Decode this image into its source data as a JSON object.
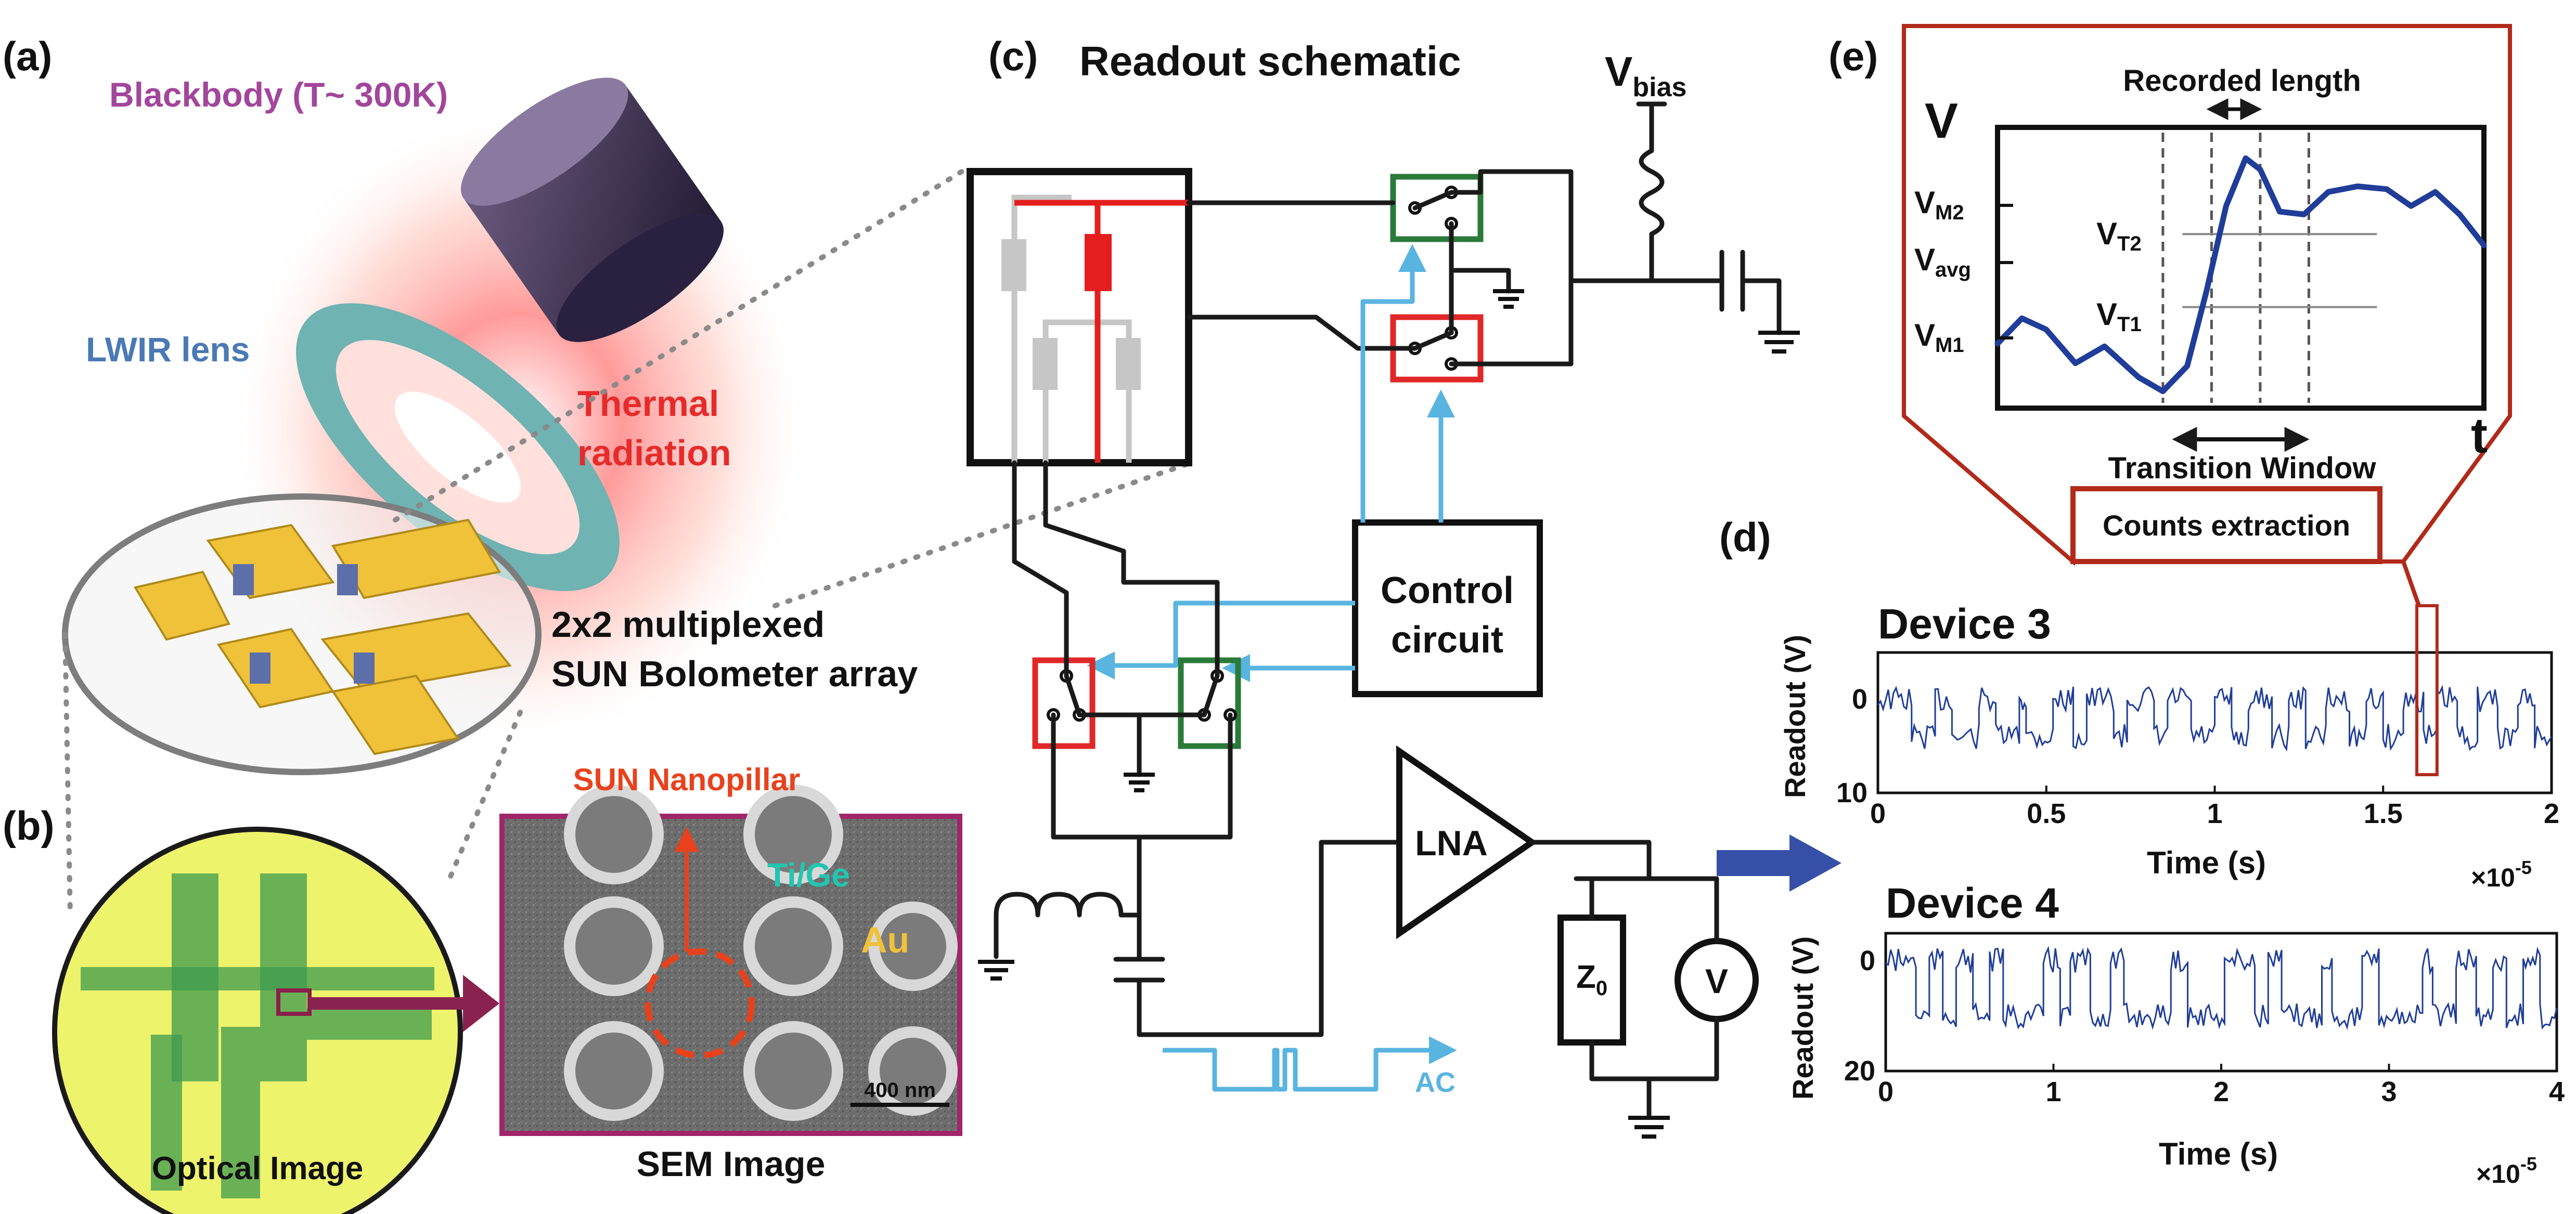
{
  "panels": {
    "a": "(a)",
    "b": "(b)",
    "c": "(c)",
    "d": "(d)",
    "e": "(e)"
  },
  "panel_a": {
    "blackbody": "Blackbody (T~ 300K)",
    "lens": "LWIR lens",
    "thermal_line1": "Thermal",
    "thermal_line2": "radiation",
    "array_line1": "2x2 multiplexed",
    "array_line2": "SUN Bolometer array"
  },
  "panel_b": {
    "optical_caption": "Optical Image",
    "sem_caption": "SEM Image",
    "nanopillar": "SUN Nanopillar",
    "tige": "Ti/Ge",
    "au": "Au",
    "scalebar": "400 nm"
  },
  "panel_c": {
    "title": "Readout schematic",
    "vbias_main": "V",
    "vbias_sub": "bias",
    "control_line1": "Control",
    "control_line2": "circuit",
    "lna": "LNA",
    "z0_main": "Z",
    "z0_sub": "0",
    "voltmeter": "V",
    "ac": "AC"
  },
  "panel_e": {
    "v_axis": "V",
    "t_axis": "t",
    "recorded_length": "Recorded length",
    "transition_window": "Transition Window",
    "counts_extraction": "Counts extraction",
    "labels": [
      {
        "main": "V",
        "sub": "M2"
      },
      {
        "main": "V",
        "sub": "avg"
      },
      {
        "main": "V",
        "sub": "M1"
      },
      {
        "main": "V",
        "sub": "T2"
      },
      {
        "main": "V",
        "sub": "T1"
      }
    ]
  },
  "chart_data": [
    {
      "type": "line",
      "title": "Device 3",
      "ylabel": "Readout (V)",
      "xlabel": "Time (s)",
      "x_multiplier": "×10",
      "x_exponent": "-5",
      "xlim": [
        0,
        2
      ],
      "ylim": [
        10,
        -5
      ],
      "x_ticks": [
        "0",
        "0.5",
        "1",
        "1.5",
        "2"
      ],
      "y_ticks": [
        "0",
        "10"
      ],
      "color": "#1f3d99",
      "levels": [
        0,
        4
      ],
      "segments": [
        [
          0.0,
          0
        ],
        [
          0.1,
          4
        ],
        [
          0.17,
          0
        ],
        [
          0.22,
          4
        ],
        [
          0.3,
          0
        ],
        [
          0.35,
          4
        ],
        [
          0.42,
          0
        ],
        [
          0.44,
          4
        ],
        [
          0.52,
          0
        ],
        [
          0.58,
          4
        ],
        [
          0.62,
          0
        ],
        [
          0.7,
          4
        ],
        [
          0.74,
          0
        ],
        [
          0.82,
          4
        ],
        [
          0.86,
          0
        ],
        [
          0.93,
          4
        ],
        [
          1.0,
          0
        ],
        [
          1.05,
          4
        ],
        [
          1.1,
          0
        ],
        [
          1.17,
          4
        ],
        [
          1.22,
          0
        ],
        [
          1.27,
          4
        ],
        [
          1.33,
          0
        ],
        [
          1.4,
          4
        ],
        [
          1.45,
          0
        ],
        [
          1.5,
          4
        ],
        [
          1.56,
          0
        ],
        [
          1.62,
          4
        ],
        [
          1.66,
          0
        ],
        [
          1.72,
          4
        ],
        [
          1.78,
          0
        ],
        [
          1.84,
          4
        ],
        [
          1.9,
          0
        ],
        [
          1.95,
          4
        ]
      ],
      "highlight_x": [
        1.6,
        1.66
      ]
    },
    {
      "type": "line",
      "title": "Device 4",
      "ylabel": "Readout (V)",
      "xlabel": "Time (s)",
      "x_multiplier": "×10",
      "x_exponent": "-5",
      "xlim": [
        0,
        4
      ],
      "ylim": [
        20,
        -5
      ],
      "x_ticks": [
        "0",
        "1",
        "2",
        "3",
        "4"
      ],
      "y_ticks": [
        "0",
        "20"
      ],
      "color": "#1f3d99",
      "levels": [
        0,
        10
      ],
      "segments": [
        [
          0.0,
          0
        ],
        [
          0.18,
          10
        ],
        [
          0.26,
          0
        ],
        [
          0.34,
          10
        ],
        [
          0.42,
          0
        ],
        [
          0.52,
          10
        ],
        [
          0.62,
          0
        ],
        [
          0.7,
          10
        ],
        [
          0.94,
          0
        ],
        [
          1.04,
          10
        ],
        [
          1.1,
          0
        ],
        [
          1.22,
          10
        ],
        [
          1.34,
          0
        ],
        [
          1.42,
          10
        ],
        [
          1.7,
          0
        ],
        [
          1.8,
          10
        ],
        [
          2.02,
          0
        ],
        [
          2.2,
          10
        ],
        [
          2.28,
          0
        ],
        [
          2.36,
          10
        ],
        [
          2.6,
          0
        ],
        [
          2.66,
          10
        ],
        [
          2.84,
          0
        ],
        [
          2.94,
          10
        ],
        [
          3.2,
          0
        ],
        [
          3.26,
          10
        ],
        [
          3.4,
          0
        ],
        [
          3.52,
          10
        ],
        [
          3.62,
          0
        ],
        [
          3.7,
          10
        ],
        [
          3.8,
          0
        ],
        [
          3.9,
          10
        ]
      ]
    },
    {
      "type": "line",
      "title": "",
      "ylabel": "",
      "xlabel": "",
      "xlim": [
        0,
        10
      ],
      "ylim": [
        0,
        10
      ],
      "x": [
        0,
        0.5,
        1.0,
        1.6,
        2.2,
        2.9,
        3.4,
        3.9,
        4.3,
        4.7,
        5.1,
        5.4,
        5.8,
        6.3,
        6.8,
        7.4,
        8.0,
        8.5,
        9.0,
        9.5,
        10.0
      ],
      "y": [
        2.3,
        3.2,
        2.8,
        1.6,
        2.2,
        1.1,
        0.6,
        1.5,
        4.2,
        7.2,
        8.9,
        8.5,
        7.0,
        6.9,
        7.7,
        7.9,
        7.8,
        7.2,
        7.7,
        6.9,
        5.8
      ],
      "dashed_x": [
        3.4,
        4.4,
        5.4,
        6.4
      ],
      "threshold_y": [
        3.6,
        6.2
      ],
      "color": "#1f3d99"
    }
  ]
}
